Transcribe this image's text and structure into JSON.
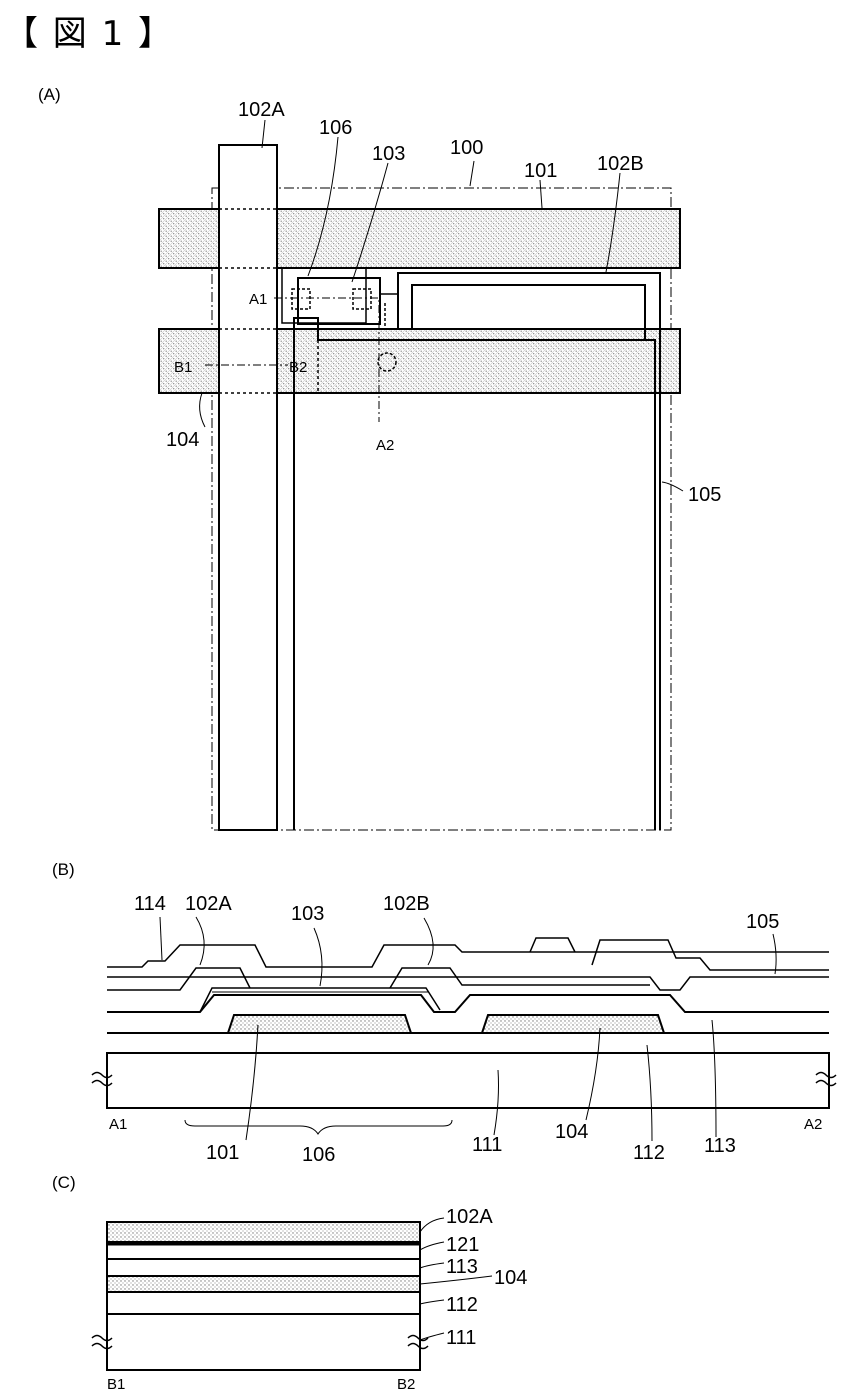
{
  "figure_title": "【 図 1 】",
  "panels": {
    "a": "(A)",
    "b": "(B)",
    "c": "(C)"
  },
  "panel_a": {
    "labels": {
      "l102A": "102A",
      "l106": "106",
      "l103": "103",
      "l100": "100",
      "l101": "101",
      "l102B": "102B",
      "l104": "104",
      "l105": "105",
      "A1": "A1",
      "A2": "A2",
      "B1": "B1",
      "B2": "B2"
    }
  },
  "panel_b": {
    "labels": {
      "l114": "114",
      "l102A": "102A",
      "l103": "103",
      "l102B": "102B",
      "l105": "105",
      "l101": "101",
      "l106": "106",
      "l111": "111",
      "l104": "104",
      "l112": "112",
      "l113": "113",
      "A1": "A1",
      "A2": "A2"
    }
  },
  "panel_c": {
    "labels": {
      "l102A": "102A",
      "l121": "121",
      "l113": "113",
      "l104": "104",
      "l112": "112",
      "l111": "111",
      "B1": "B1",
      "B2": "B2"
    }
  },
  "colors": {
    "line": "#000000",
    "hatch": "#9a9a9a",
    "background": "#ffffff"
  }
}
